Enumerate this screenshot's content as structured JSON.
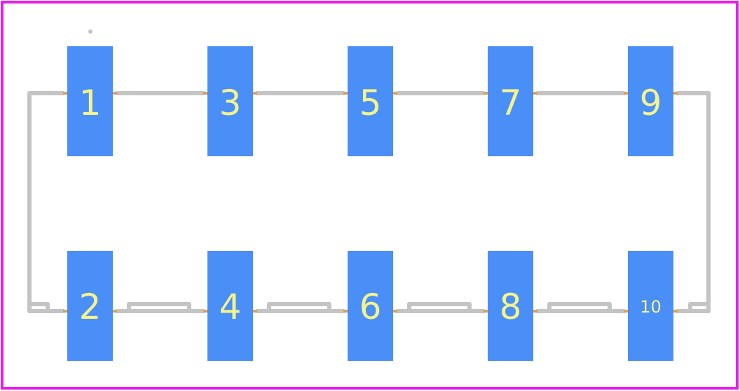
{
  "colors": {
    "background": "#ffffff",
    "board_outline": "#e81ee8",
    "silkscreen": "#c4c4c4",
    "pad": "#4a8ef8",
    "pad_label": "#f4f48a",
    "paste": "#e0a050"
  },
  "pads": [
    {
      "id": "1",
      "label": "1",
      "row": "top",
      "col": 0
    },
    {
      "id": "3",
      "label": "3",
      "row": "top",
      "col": 1
    },
    {
      "id": "5",
      "label": "5",
      "row": "top",
      "col": 2
    },
    {
      "id": "7",
      "label": "7",
      "row": "top",
      "col": 3
    },
    {
      "id": "9",
      "label": "9",
      "row": "top",
      "col": 4
    },
    {
      "id": "2",
      "label": "2",
      "row": "bottom",
      "col": 0
    },
    {
      "id": "4",
      "label": "4",
      "row": "bottom",
      "col": 1
    },
    {
      "id": "6",
      "label": "6",
      "row": "bottom",
      "col": 2
    },
    {
      "id": "8",
      "label": "8",
      "row": "bottom",
      "col": 3
    },
    {
      "id": "10",
      "label": "10",
      "row": "bottom",
      "col": 4
    }
  ]
}
